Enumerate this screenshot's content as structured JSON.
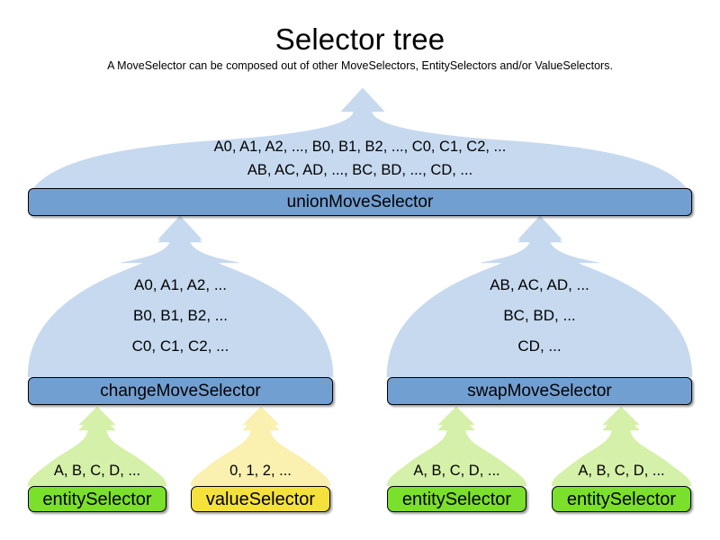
{
  "header": {
    "title": "Selector tree",
    "subtitle": "A MoveSelector can be composed out of other MoveSelectors, EntitySelectors and/or ValueSelectors."
  },
  "colors": {
    "blue_fan": "#c6d9ef",
    "blue_bar": "#729fd1",
    "green_fan": "#d5f0a8",
    "green_bar": "#7ae02b",
    "yellow_fan": "#faf0b0",
    "yellow_bar": "#f5e13c",
    "outline": "#000000",
    "background": "#ffffff"
  },
  "nodes": {
    "union": {
      "label": "unionMoveSelector",
      "lines": [
        "A0, A1, A2, ..., B0, B1, B2, ..., C0, C1, C2, ...",
        "AB, AC, AD, ..., BC, BD, ..., CD, ..."
      ]
    },
    "change": {
      "label": "changeMoveSelector",
      "lines": [
        "A0, A1, A2, ...",
        "B0, B1, B2, ...",
        "C0, C1, C2, ...",
        "..."
      ]
    },
    "swap": {
      "label": "swapMoveSelector",
      "lines": [
        "AB, AC, AD, ...",
        "BC, BD, ...",
        "CD, ...",
        "..."
      ]
    },
    "entity_1": {
      "label": "entitySelector",
      "lines": [
        "A, B, C, D, ..."
      ]
    },
    "value_1": {
      "label": "valueSelector",
      "lines": [
        "0, 1, 2, ..."
      ]
    },
    "entity_2": {
      "label": "entitySelector",
      "lines": [
        "A, B, C, D, ..."
      ]
    },
    "entity_3": {
      "label": "entitySelector",
      "lines": [
        "A, B, C, D, ..."
      ]
    }
  }
}
